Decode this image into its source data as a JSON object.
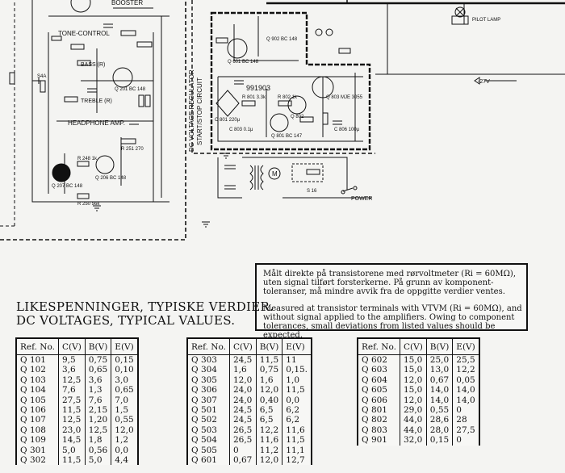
{
  "schematic": {
    "labels": {
      "booster": "BOOSTER",
      "tone_control": "TONE-CONTROL",
      "bass": "BASS (R)",
      "treble": "TREBLE (R)",
      "headphone_amp": "HEADPHONE AMP.",
      "start_stop": "START/STOP CIRCUIT",
      "dc_regulator": "DC VOLTAGE REGULATOR",
      "board_id": "991903",
      "power": "POWER",
      "pilot_lamp": "PILOT LAMP",
      "voltage_tag": "-27V",
      "q201": "Q 201 BC 148",
      "q206": "Q 206 BC 148",
      "q207": "Q 207 BC 148",
      "q601": "Q 601 BC 148",
      "q801": "Q 801 BC 147",
      "q802": "Q 802",
      "q803": "Q 803 MJE 3055",
      "q902": "Q 902 BC 148",
      "s4a": "S4A",
      "s16": "S 16",
      "r248": "R 248 1k",
      "r250": "R 250 56k",
      "r251": "R 251 270",
      "r801": "R 801 3.3k",
      "r802": "R 802 1k",
      "c801": "C 801 220μ",
      "c803": "C 803 0.1μ",
      "c806": "C 806 100μ",
      "m": "M"
    }
  },
  "note": {
    "norwegian": "Målt direkte på transistorene med rørvoltmeter (Ri = 60MΩ), uten signal tilført forsterkerne.  På grunn av komponent-toleranser, må mindre avvik fra de oppgitte verdier ventes.",
    "english": "Measured at transistor terminals with VTVM (Ri = 60MΩ), and without signal applied to the amplifiers.  Owing to component tolerances, small deviations from listed values should be expected."
  },
  "title": {
    "line1": "LIKESPENNINGER, TYPISKE VERDIER.",
    "line2": "DC VOLTAGES, TYPICAL VALUES."
  },
  "table_headers": [
    "Ref. No.",
    "C(V)",
    "B(V)",
    "E(V)"
  ],
  "tables": [
    [
      [
        "Q 101",
        "9,5",
        "0,75",
        "0,15"
      ],
      [
        "Q 102",
        "3,6",
        "0,65",
        "0,10"
      ],
      [
        "Q 103",
        "12,5",
        "3,6",
        "3,0"
      ],
      [
        "Q 104",
        "7,6",
        "1,3",
        "0,65"
      ],
      [
        "Q 105",
        "27,5",
        "7,6",
        "7,0"
      ],
      [
        "Q 106",
        "11,5",
        "2,15",
        "1,5"
      ],
      [
        "Q 107",
        "12,5",
        "1,20",
        "0,55"
      ],
      [
        "Q 108",
        "23,0",
        "12,5",
        "12,0"
      ],
      [
        "Q 109",
        "14,5",
        "1,8",
        "1,2"
      ],
      [
        "Q 301",
        "5,0",
        "0,56",
        "0,0"
      ],
      [
        "Q 302",
        "11,5",
        "5,0",
        "4,4"
      ]
    ],
    [
      [
        "Q 303",
        "24,5",
        "11,5",
        "11"
      ],
      [
        "Q 304",
        "1,6",
        "0,75",
        "0,15."
      ],
      [
        "Q 305",
        "12,0",
        "1,6",
        "1,0"
      ],
      [
        "Q 306",
        "24,0",
        "12,0",
        "11,5"
      ],
      [
        "Q 307",
        "24,0",
        "0,40",
        "0,0"
      ],
      [
        "Q 501",
        "24,5",
        "6,5",
        "6,2"
      ],
      [
        "Q 502",
        "24,5",
        "6,5",
        "6,2"
      ],
      [
        "Q 503",
        "26,5",
        "12,2",
        "11,6"
      ],
      [
        "Q 504",
        "26,5",
        "11,6",
        "11,5"
      ],
      [
        "Q 505",
        "0",
        "11,2",
        "11,1"
      ],
      [
        "Q 601",
        "0,67",
        "12,0",
        "12,7"
      ]
    ],
    [
      [
        "Q 602",
        "15,0",
        "25,0",
        "25,5"
      ],
      [
        "Q 603",
        "15,0",
        "13,0",
        "12,2"
      ],
      [
        "Q 604",
        "12,0",
        "0,67",
        "0,05"
      ],
      [
        "Q 605",
        "15,0",
        "14,0",
        "14,0"
      ],
      [
        "Q 606",
        "12,0",
        "14,0",
        "14,0"
      ],
      [
        "Q 801",
        "29,0",
        "0,55",
        "0"
      ],
      [
        "Q 802",
        "44,0",
        "28,6",
        "28"
      ],
      [
        "Q 803",
        "44,0",
        "28,0",
        "27,5"
      ],
      [
        "Q 901",
        "32,0",
        "0,15",
        "0"
      ]
    ]
  ]
}
